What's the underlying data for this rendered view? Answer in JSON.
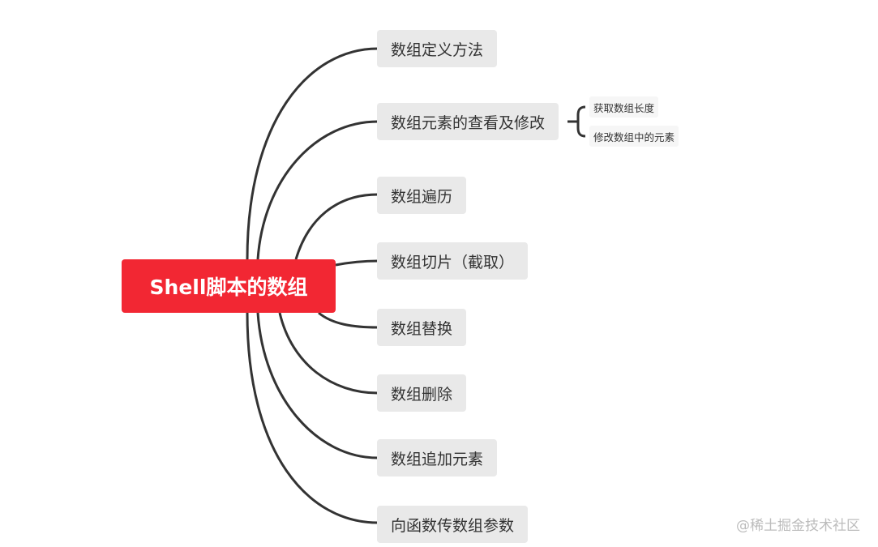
{
  "mindmap": {
    "root": "Shell脚本的数组",
    "branches": [
      {
        "label": "数组定义方法"
      },
      {
        "label": "数组元素的查看及修改",
        "children": [
          "获取数组长度",
          "修改数组中的元素"
        ]
      },
      {
        "label": "数组遍历"
      },
      {
        "label": "数组切片（截取）"
      },
      {
        "label": "数组替换"
      },
      {
        "label": "数组删除"
      },
      {
        "label": "数组追加元素"
      },
      {
        "label": "向函数传数组参数"
      }
    ]
  },
  "watermark": "@稀土掘金技术社区",
  "colors": {
    "root": "#f22733",
    "node_bg": "#e9e9e9",
    "line": "#333333"
  }
}
